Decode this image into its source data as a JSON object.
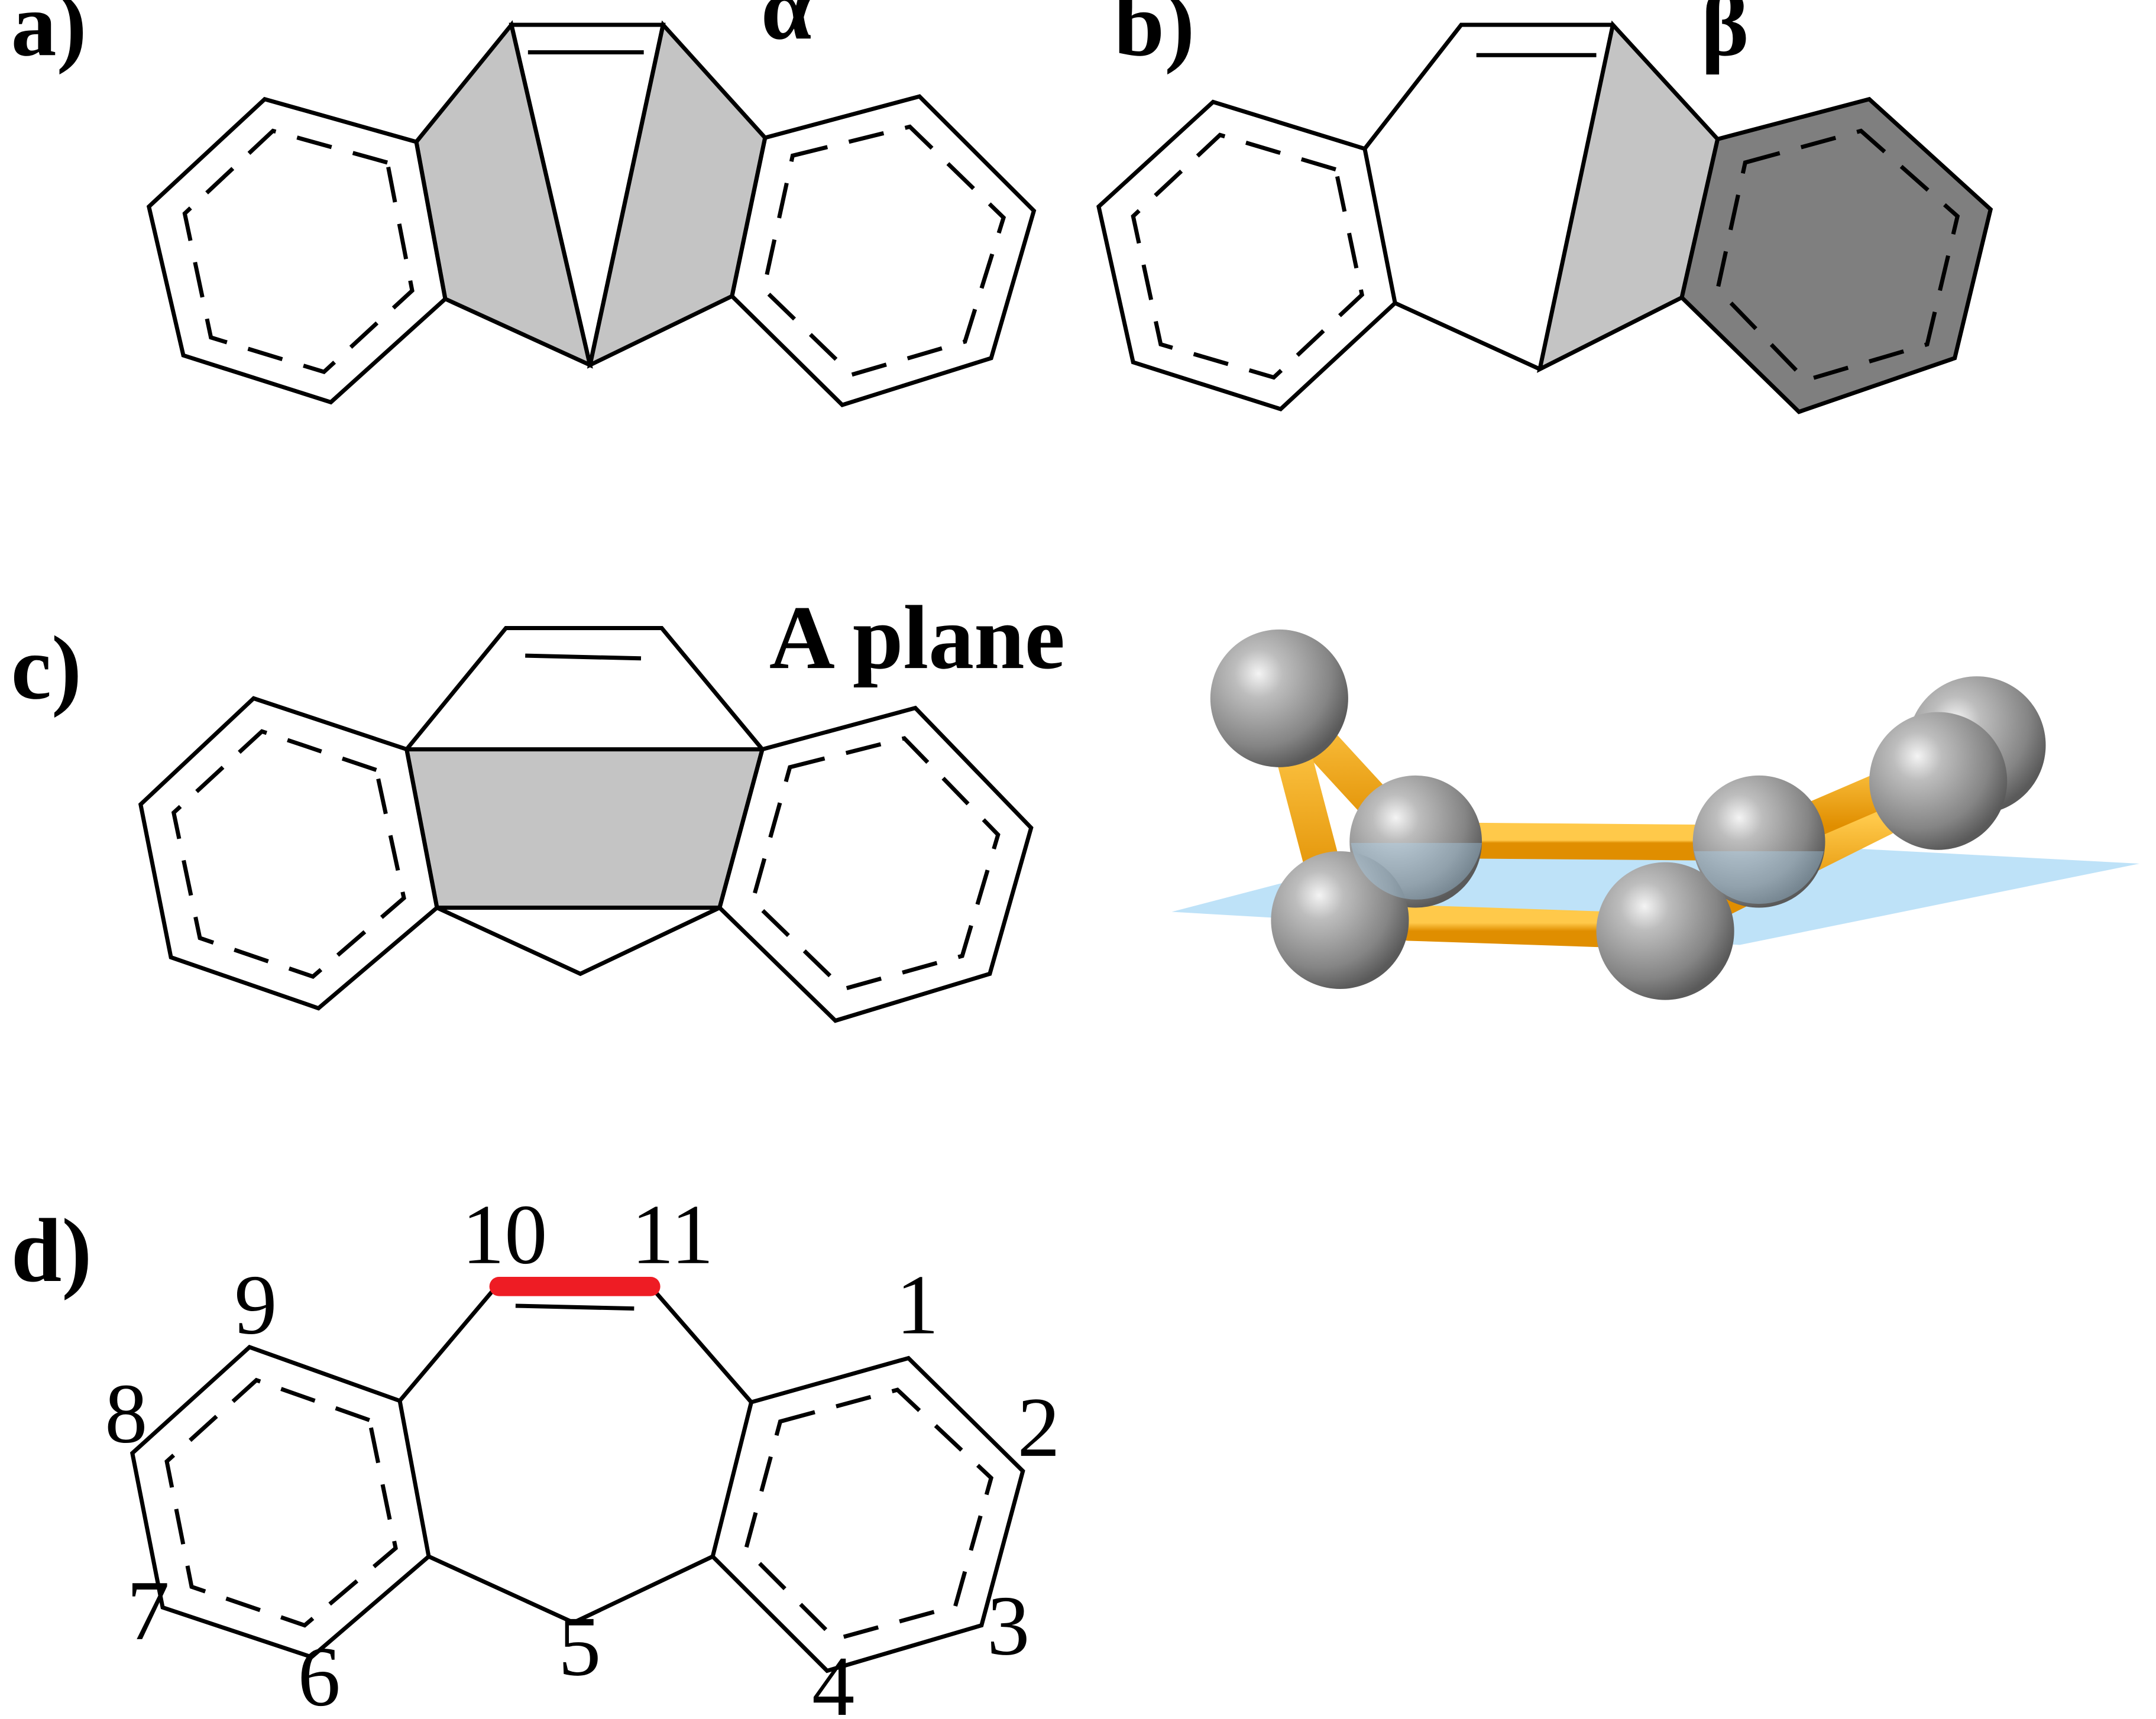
{
  "panels": {
    "a": {
      "label": "a)",
      "title": "α"
    },
    "b": {
      "label": "b)",
      "title": "β"
    },
    "c": {
      "label": "c)",
      "title": "A plane"
    },
    "d": {
      "label": "d)",
      "atom_numbers": [
        "1",
        "2",
        "3",
        "4",
        "5",
        "6",
        "7",
        "8",
        "9",
        "10",
        "11"
      ]
    }
  },
  "colors": {
    "line": "#000000",
    "shade_light": "#c4c4c4",
    "shade_dark": "#7f7f7f",
    "highlight_bond": "#ee1c24",
    "bond_3d": "#f7a400",
    "atom_3d": "#8a8a8a",
    "plane_3d": "#a8d8f5"
  },
  "icons": {
    "atom": "gray-sphere-icon",
    "plane": "mean-plane-icon"
  }
}
